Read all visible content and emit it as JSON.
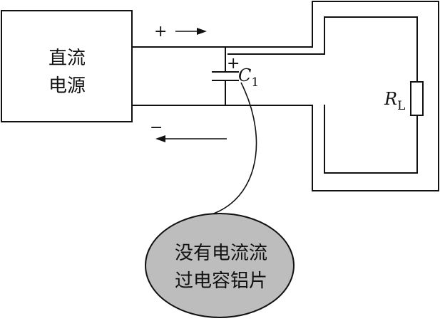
{
  "power_supply": {
    "line1": "直流",
    "line2": "电源"
  },
  "capacitor": {
    "polarity": "+",
    "label_letter": "C",
    "label_subscript": "1"
  },
  "load": {
    "label_letter": "R",
    "label_subscript": "L"
  },
  "current": {
    "positive_sign": "+",
    "negative_sign": "−"
  },
  "callout": {
    "line1": "没有电流流",
    "line2": "过电容铝片",
    "fill_color": "#bdbdbd"
  }
}
